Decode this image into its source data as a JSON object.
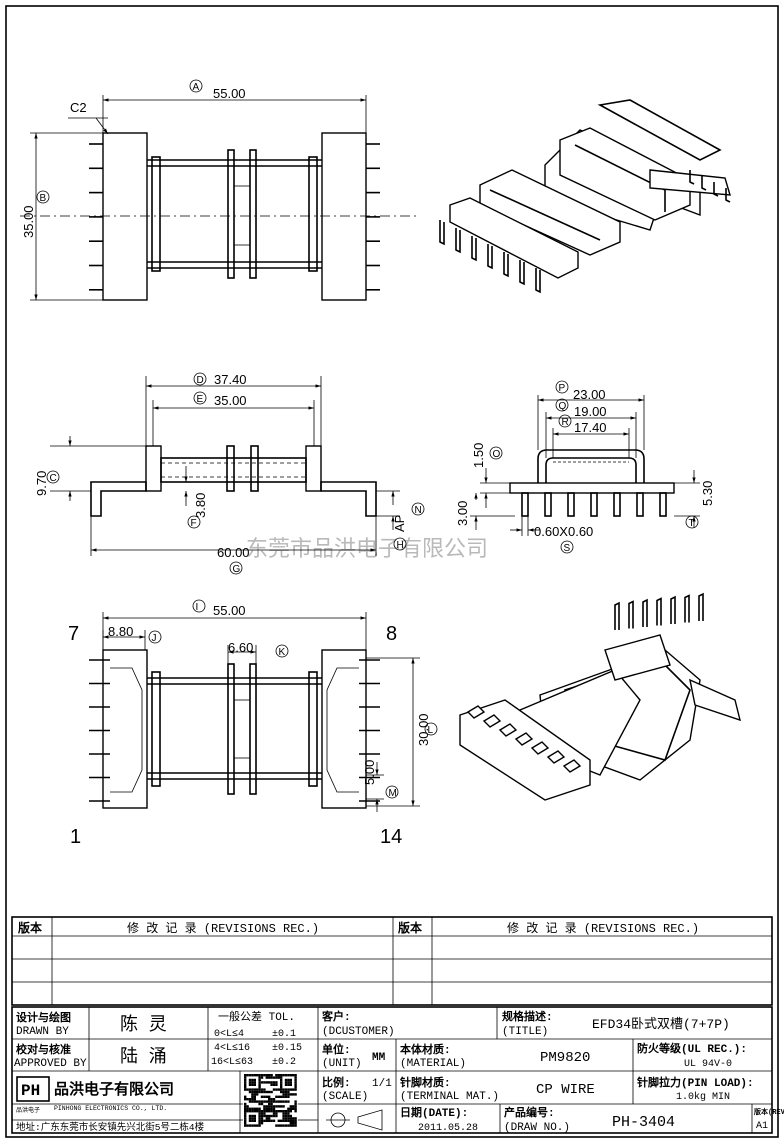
{
  "dimensions": {
    "top_width": "55.00",
    "top_height": "35.00",
    "chamfer": "C2",
    "front_width_outer": "37.40",
    "front_width_inner": "35.00",
    "front_height": "9.70",
    "front_pin_len": "3.80",
    "front_ap": "AP",
    "front_total": "60.00",
    "side_w1": "23.00",
    "side_w2": "19.00",
    "side_w3": "17.40",
    "side_h1": "1.50",
    "side_h2": "3.00",
    "side_h3": "5.30",
    "side_pin": "0.60X0.60",
    "bottom_width": "55.00",
    "bottom_pitch_a": "8.80",
    "bottom_pitch_b": "6.60",
    "bottom_height": "30.00",
    "bottom_pitch_c": "5.00"
  },
  "balloons": [
    "A",
    "B",
    "C",
    "D",
    "E",
    "F",
    "G",
    "H",
    "I",
    "J",
    "K",
    "L",
    "M",
    "N",
    "O",
    "P",
    "Q",
    "R",
    "S",
    "T"
  ],
  "pin_numbers": {
    "tl": "7",
    "tr": "8",
    "bl": "1",
    "br": "14"
  },
  "watermark": "东莞市品洪电子有限公司",
  "revisions": {
    "col_ver": "版本",
    "col_rec": "修 改 记 录 (REVISIONS REC.)",
    "col_ver2": "版本",
    "col_rec2": "修 改 记 录 (REVISIONS REC.)"
  },
  "title_block": {
    "designed_cn": "设计与绘图",
    "designed_en": "DRAWN BY",
    "designer": "陈 灵",
    "approved_cn": "校对与核准",
    "approved_en": "APPROVED BY",
    "approver": "陆 涌",
    "tol_title": "一般公差 TOL.",
    "tol_rows": [
      {
        "range": "0<L≤4",
        "val": "±0.1"
      },
      {
        "range": "4<L≤16",
        "val": "±0.15"
      },
      {
        "range": "16<L≤63",
        "val": "±0.2"
      }
    ],
    "customer_cn": "客户:",
    "customer_en": "(DCUSTOMER)",
    "title_cn": "规格描述:",
    "title_en": "(TITLE)",
    "title_value": "EFD34卧式双槽(7+7P)",
    "unit_cn": "单位:",
    "unit_en": "(UNIT)",
    "unit_value": "MM",
    "material_cn": "本体材质:",
    "material_en": "(MATERIAL)",
    "material_value": "PM9820",
    "ul_cn": "防火等级(UL REC.):",
    "ul_value": "UL 94V-0",
    "scale_cn": "比例:",
    "scale_en": "(SCALE)",
    "scale_value": "1/1",
    "terminal_cn": "针脚材质:",
    "terminal_en": "(TERMINAL MAT.)",
    "terminal_value": "CP WIRE",
    "pinload_cn": "针脚拉力(PIN LOAD):",
    "pinload_value": "1.0kg MIN",
    "date_cn": "日期(DATE):",
    "date_value": "2011.05.28",
    "drawno_cn": "产品编号:",
    "drawno_en": "(DRAW NO.)",
    "drawno_value": "PH-3404",
    "rev_cn": "版本(REV):",
    "rev_value": "A1",
    "company_cn": "品洪电子有限公司",
    "company_en": "PINHONG ELECTRONICS CO., LTD.",
    "logo": "PH",
    "logo_sub": "品洪电子",
    "address": "地址:广东东莞市长安镇先兴北街5号二栋4楼"
  }
}
